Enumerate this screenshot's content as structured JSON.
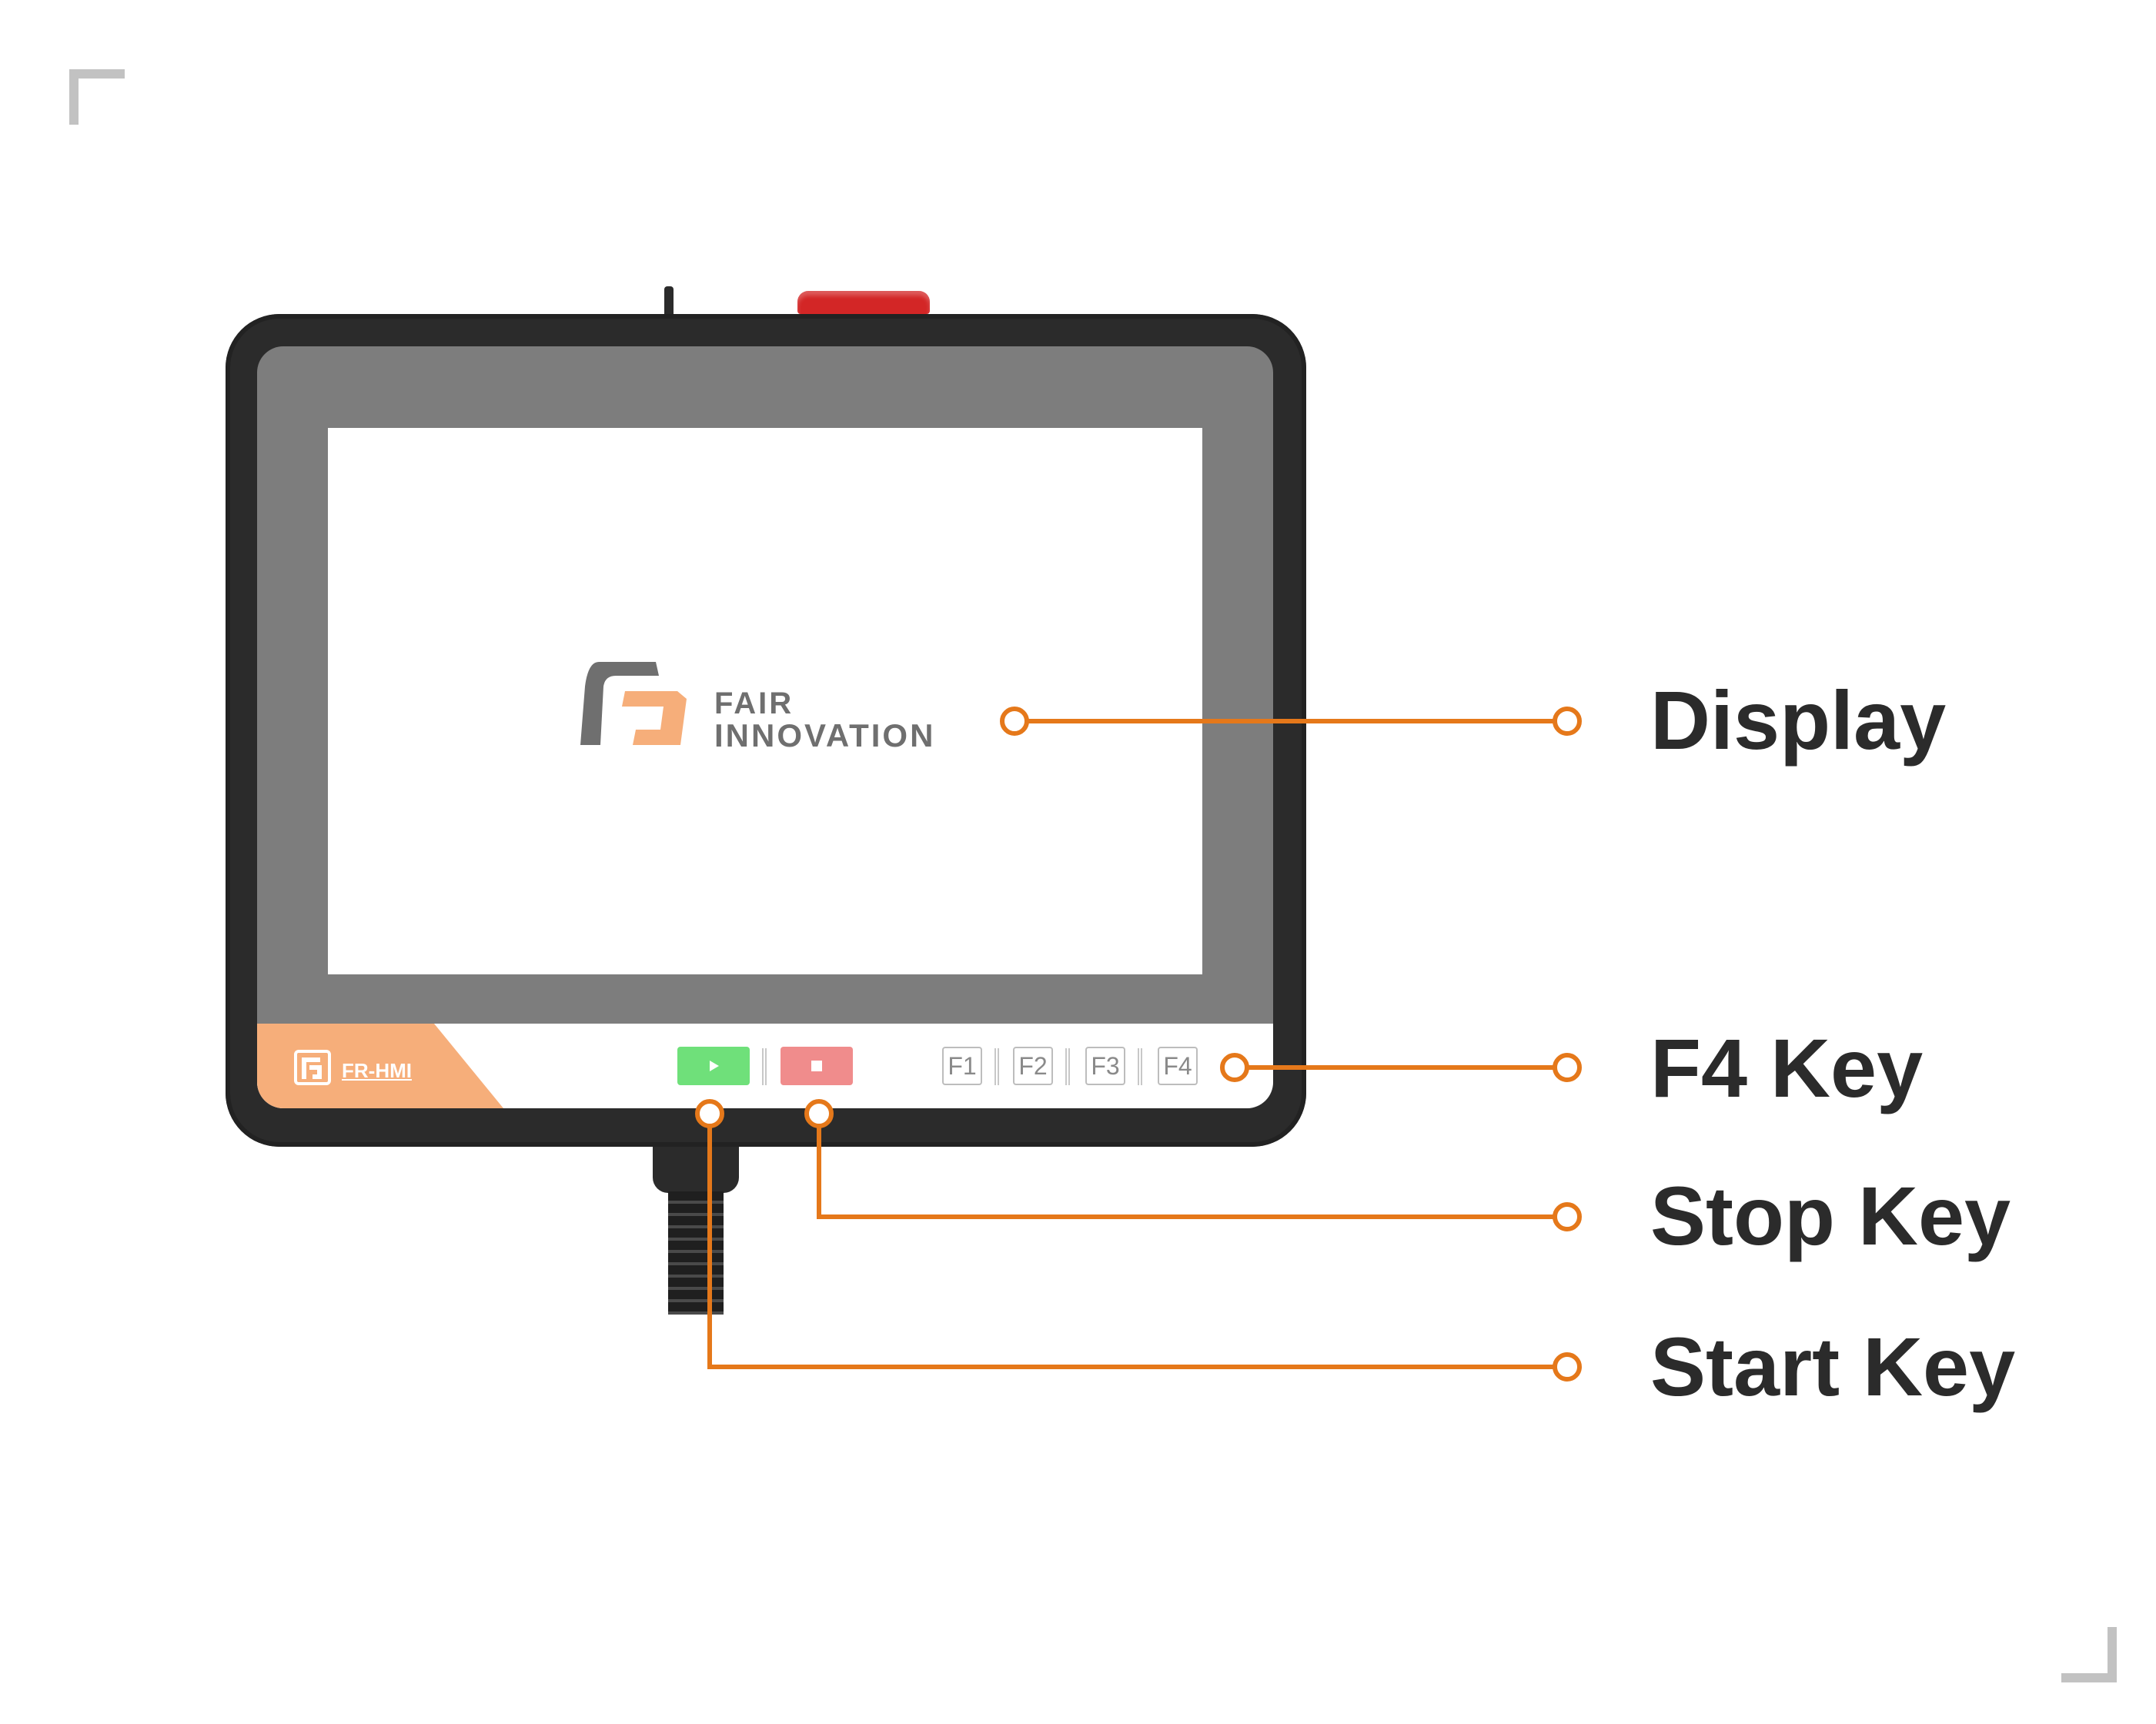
{
  "colors": {
    "accent": "#e5781a",
    "device_body": "#2b2b2b",
    "bezel": "#7d7d7d",
    "start_key": "#6fe07a",
    "stop_key": "#f08c8c",
    "estop": "#d32626",
    "strip_accent": "#f6ae7a",
    "label_text": "#2b2b2b"
  },
  "device": {
    "screen_logo": {
      "line1": "FAIR",
      "line2": "INNOVATION"
    },
    "model": "FR-HMI",
    "keys": {
      "start_icon": "play-icon",
      "stop_icon": "stop-icon",
      "function_keys": [
        "F1",
        "F2",
        "F3",
        "F4"
      ]
    }
  },
  "callouts": [
    {
      "id": "display",
      "label": "Display"
    },
    {
      "id": "f4-key",
      "label": "F4 Key"
    },
    {
      "id": "stop-key",
      "label": "Stop Key"
    },
    {
      "id": "start-key",
      "label": "Start Key"
    }
  ]
}
